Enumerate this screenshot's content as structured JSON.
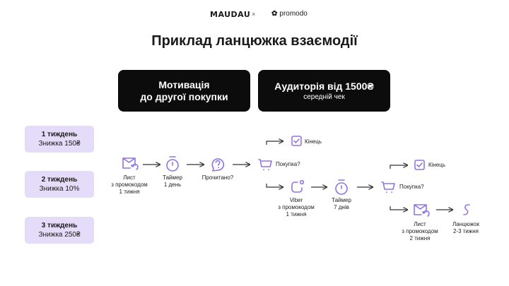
{
  "header": {
    "brand1": "MAUDAU",
    "separator": "×",
    "brand2": "promodo"
  },
  "title": "Приклад ланцюжка взаємодії",
  "cards": [
    {
      "line1": "Мотивація",
      "line2": "до другої покупки"
    },
    {
      "line1": "Аудиторія від 1500₴",
      "line2": "середній чек"
    }
  ],
  "weeks": [
    {
      "week": "1 тиждень",
      "offer": "Знижка 150₴"
    },
    {
      "week": "2 тиждень",
      "offer": "Знижка 10%"
    },
    {
      "week": "3 тиждень",
      "offer": "Знижка 250₴"
    }
  ],
  "flow": {
    "email1": [
      "Лист",
      "з промокодом",
      "1 тижня"
    ],
    "timer1": [
      "Таймер",
      "1 день"
    ],
    "read": "Прочитано?",
    "purchase1": "Покупка?",
    "end1": "Кінець",
    "viber": [
      "Viber",
      "з промокодом",
      "1 тижня"
    ],
    "timer2": [
      "Таймер",
      "7 днів"
    ],
    "purchase2": "Покупка?",
    "end2": "Кінець",
    "email2": [
      "Лист",
      "з промокодом",
      "2 тижня"
    ],
    "chain": [
      "Ланцюжок",
      "2-3 тижня"
    ]
  },
  "colors": {
    "accent": "#8f74e6",
    "pill": "#e4dcf8"
  }
}
